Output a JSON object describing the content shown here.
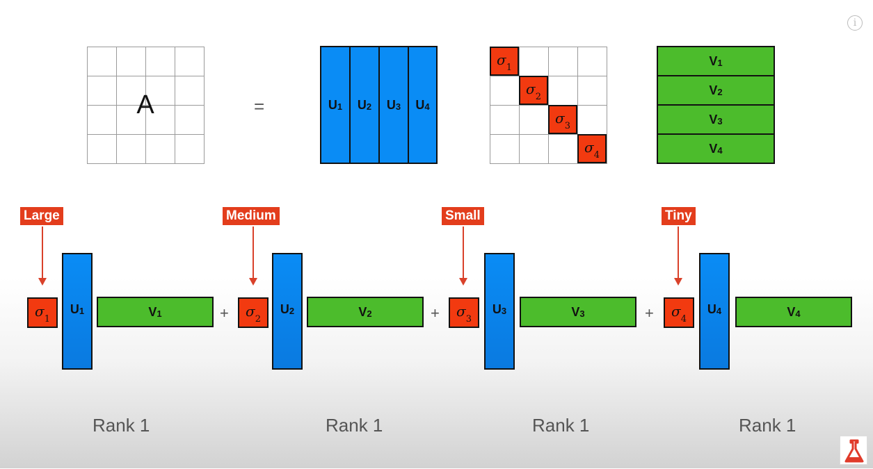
{
  "matrix_a": {
    "label": "A"
  },
  "equals": "=",
  "u_columns": [
    "U1",
    "U2",
    "U3",
    "U4"
  ],
  "sigma_diag": [
    "σ1",
    "σ2",
    "σ3",
    "σ4"
  ],
  "v_rows": [
    "V1",
    "V2",
    "V3",
    "V4"
  ],
  "terms": [
    {
      "tag": "Large",
      "sigma": "σ1",
      "u": "U1",
      "v": "V1",
      "rank": "Rank 1"
    },
    {
      "tag": "Medium",
      "sigma": "σ2",
      "u": "U2",
      "v": "V2",
      "rank": "Rank 1"
    },
    {
      "tag": "Small",
      "sigma": "σ3",
      "u": "U3",
      "v": "V3",
      "rank": "Rank 1"
    },
    {
      "tag": "Tiny",
      "sigma": "σ4",
      "u": "U4",
      "v": "V4",
      "rank": "Rank 1"
    }
  ],
  "plus": "+",
  "colors": {
    "u": "#0a8cf5",
    "v": "#4cbc2c",
    "sigma": "#f23a10",
    "tag": "#e33d1c"
  },
  "icons": [
    "info-icon",
    "flask-logo-icon"
  ]
}
